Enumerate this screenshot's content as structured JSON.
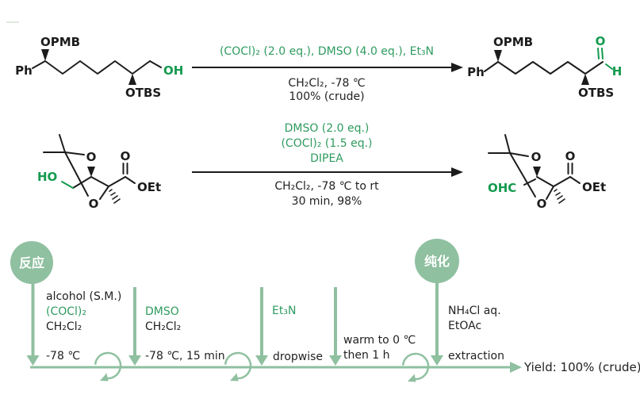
{
  "colors": {
    "reagent_green": "#2f9b5f",
    "atom_green": "#149a4f",
    "ink": "#1c1c1c",
    "sage_green": "#8fc0a0",
    "badge_text": "#ffffff",
    "background": "#ffffff"
  },
  "reaction1": {
    "reagents_above": "(COCl)₂ (2.0 eq.), DMSO (4.0 eq.), Et₃N",
    "conditions": "CH₂Cl₂, -78 ℃",
    "yield": "100% (crude)"
  },
  "reaction2": {
    "reagent1": "DMSO (2.0 eq.)",
    "reagent2": "(COCl)₂ (1.5 eq.)",
    "reagent3": "DIPEA",
    "conditions": "CH₂Cl₂, -78 ℃ to rt",
    "yield": "30 min, 98%"
  },
  "molecules": {
    "reactant1": {
      "ph": "Ph",
      "opmb": "OPMB",
      "oh": "OH",
      "otbs": "OTBS"
    },
    "product1": {
      "ph": "Ph",
      "opmb": "OPMB",
      "o": "O",
      "h": "H",
      "otbs": "OTBS"
    },
    "reactant2": {
      "ho": "HO",
      "o_ring_top": "O",
      "o_ring_bottom": "O",
      "o_carbonyl": "O",
      "oet": "OEt"
    },
    "product2": {
      "ohc": "OHC",
      "o_ring_top": "O",
      "o_ring_bottom": "O",
      "o_carbonyl": "O",
      "oet": "OEt"
    }
  },
  "timeline": {
    "badge_reaction": "反应",
    "badge_purification": "纯化",
    "step1": {
      "line1": "alcohol (S.M.)",
      "line2": "(COCl)₂",
      "line3": "CH₂Cl₂",
      "below": "-78 ℃"
    },
    "step2": {
      "line1": "DMSO",
      "line2": "CH₂Cl₂",
      "below": "-78 ℃, 15 min"
    },
    "step3": {
      "line1": "Et₃N",
      "below": "dropwise"
    },
    "step4": {
      "line1": "warm to 0 ℃",
      "line2": "then 1 h"
    },
    "step5": {
      "line1": "NH₄Cl aq.",
      "line2": "EtOAc",
      "below": "extraction"
    },
    "result": "Yield: 100% (crude)"
  }
}
